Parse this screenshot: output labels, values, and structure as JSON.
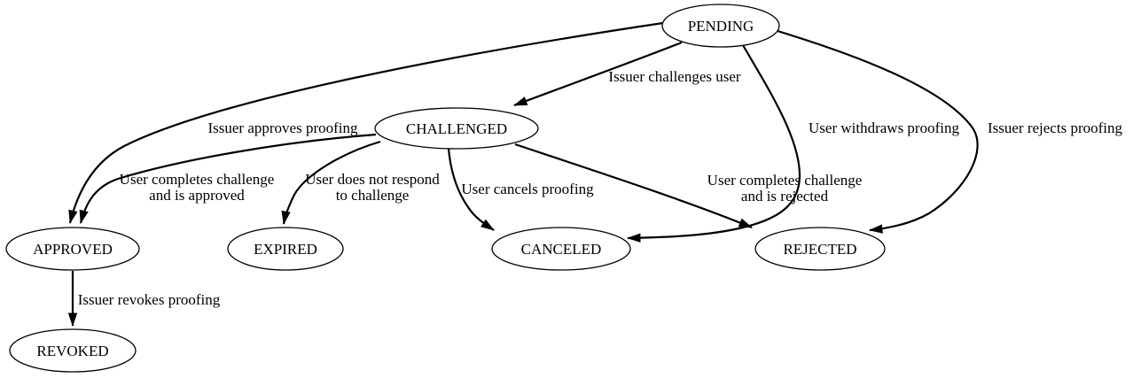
{
  "diagram": {
    "type": "state-machine",
    "background_color": "#ffffff",
    "node_fill_color": "#ffffff",
    "line_color": "#000000",
    "nodes": [
      {
        "id": "pending",
        "label": "PENDING"
      },
      {
        "id": "challenged",
        "label": "CHALLENGED"
      },
      {
        "id": "approved",
        "label": "APPROVED"
      },
      {
        "id": "expired",
        "label": "EXPIRED"
      },
      {
        "id": "canceled",
        "label": "CANCELED"
      },
      {
        "id": "rejected",
        "label": "REJECTED"
      },
      {
        "id": "revoked",
        "label": "REVOKED"
      }
    ],
    "edges": [
      {
        "from": "PENDING",
        "to": "CHALLENGED",
        "lines": [
          "Issuer challenges user"
        ]
      },
      {
        "from": "PENDING",
        "to": "APPROVED",
        "lines": [
          "Issuer approves proofing"
        ]
      },
      {
        "from": "PENDING",
        "to": "CANCELED",
        "lines": [
          "User withdraws proofing"
        ]
      },
      {
        "from": "PENDING",
        "to": "REJECTED",
        "lines": [
          "Issuer rejects proofing"
        ]
      },
      {
        "from": "CHALLENGED",
        "to": "APPROVED",
        "lines": [
          "User completes challenge",
          "and is approved"
        ]
      },
      {
        "from": "CHALLENGED",
        "to": "EXPIRED",
        "lines": [
          "User does not respond",
          "to challenge"
        ]
      },
      {
        "from": "CHALLENGED",
        "to": "CANCELED",
        "lines": [
          "User cancels proofing"
        ]
      },
      {
        "from": "CHALLENGED",
        "to": "REJECTED",
        "lines": [
          "User completes challenge",
          "and is rejected"
        ]
      },
      {
        "from": "APPROVED",
        "to": "REVOKED",
        "lines": [
          "Issuer revokes proofing"
        ]
      }
    ]
  }
}
